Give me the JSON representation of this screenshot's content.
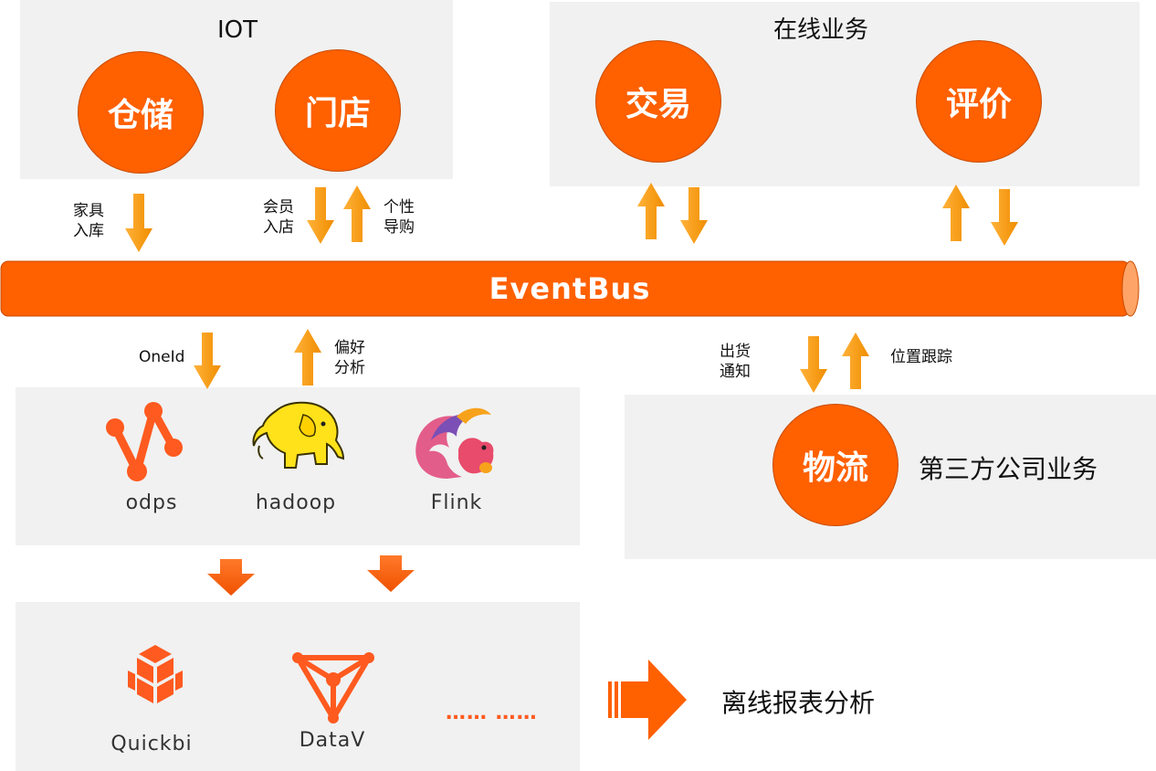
{
  "iot": {
    "title": "IOT",
    "nodes": [
      "仓储",
      "门店"
    ]
  },
  "online": {
    "title": "在线业务",
    "nodes": [
      "交易",
      "评价"
    ]
  },
  "eventbus": {
    "label": "EventBus"
  },
  "arrow_labels": {
    "furniture_storage": [
      "家具",
      "入库"
    ],
    "member_entry": [
      "会员",
      "入店"
    ],
    "personal_shopping": [
      "个性",
      "导购"
    ],
    "oneid": "OneId",
    "preference": [
      "偏好",
      "分析"
    ],
    "shipping_notice": [
      "出货",
      "通知"
    ],
    "location_tracking": "位置跟踪"
  },
  "compute": {
    "items": [
      {
        "label": "odps",
        "icon": "odps-icon"
      },
      {
        "label": "hadoop",
        "icon": "hadoop-elephant-icon"
      },
      {
        "label": "Flink",
        "icon": "flink-squirrel-icon"
      }
    ]
  },
  "bi": {
    "items": [
      {
        "label": "Quickbi",
        "icon": "quickbi-cube-icon"
      },
      {
        "label": "DataV",
        "icon": "datav-triangle-icon"
      }
    ],
    "more": "…… ……",
    "result": "离线报表分析"
  },
  "third_party": {
    "node": "物流",
    "title": "第三方公司业务"
  },
  "colors": {
    "accent": "#ff6000",
    "arrow": "#f7a21b",
    "panel": "#f1f1f1"
  }
}
